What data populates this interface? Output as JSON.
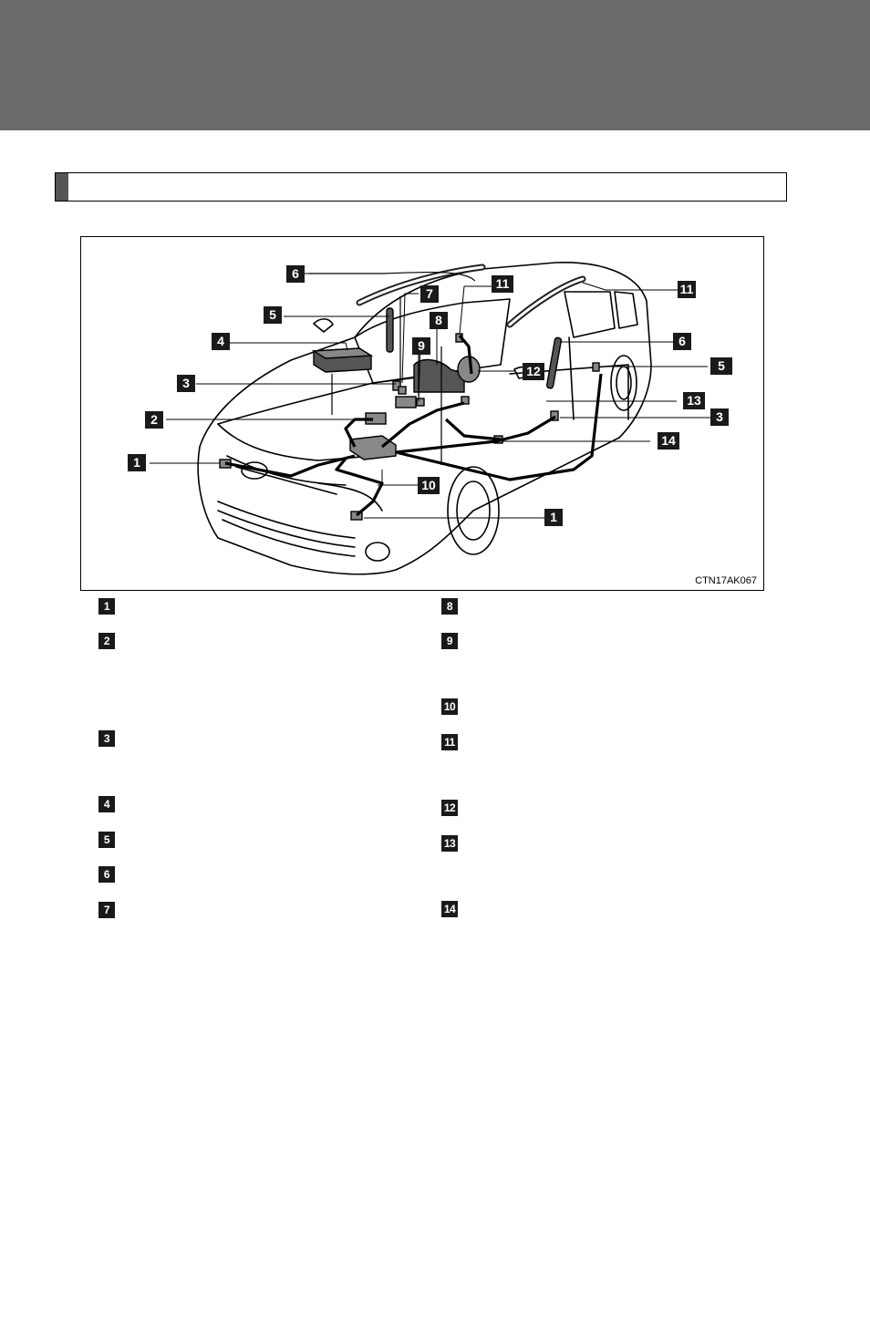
{
  "figure": {
    "code": "CTN17AK067",
    "callouts": [
      "1",
      "2",
      "3",
      "4",
      "5",
      "6",
      "7",
      "8",
      "9",
      "10",
      "11",
      "12",
      "13",
      "14",
      "1",
      "3",
      "5",
      "6",
      "11"
    ]
  },
  "legend": [
    "1",
    "2",
    "3",
    "4",
    "5",
    "6",
    "7",
    "8",
    "9",
    "10",
    "11",
    "12",
    "13",
    "14"
  ]
}
